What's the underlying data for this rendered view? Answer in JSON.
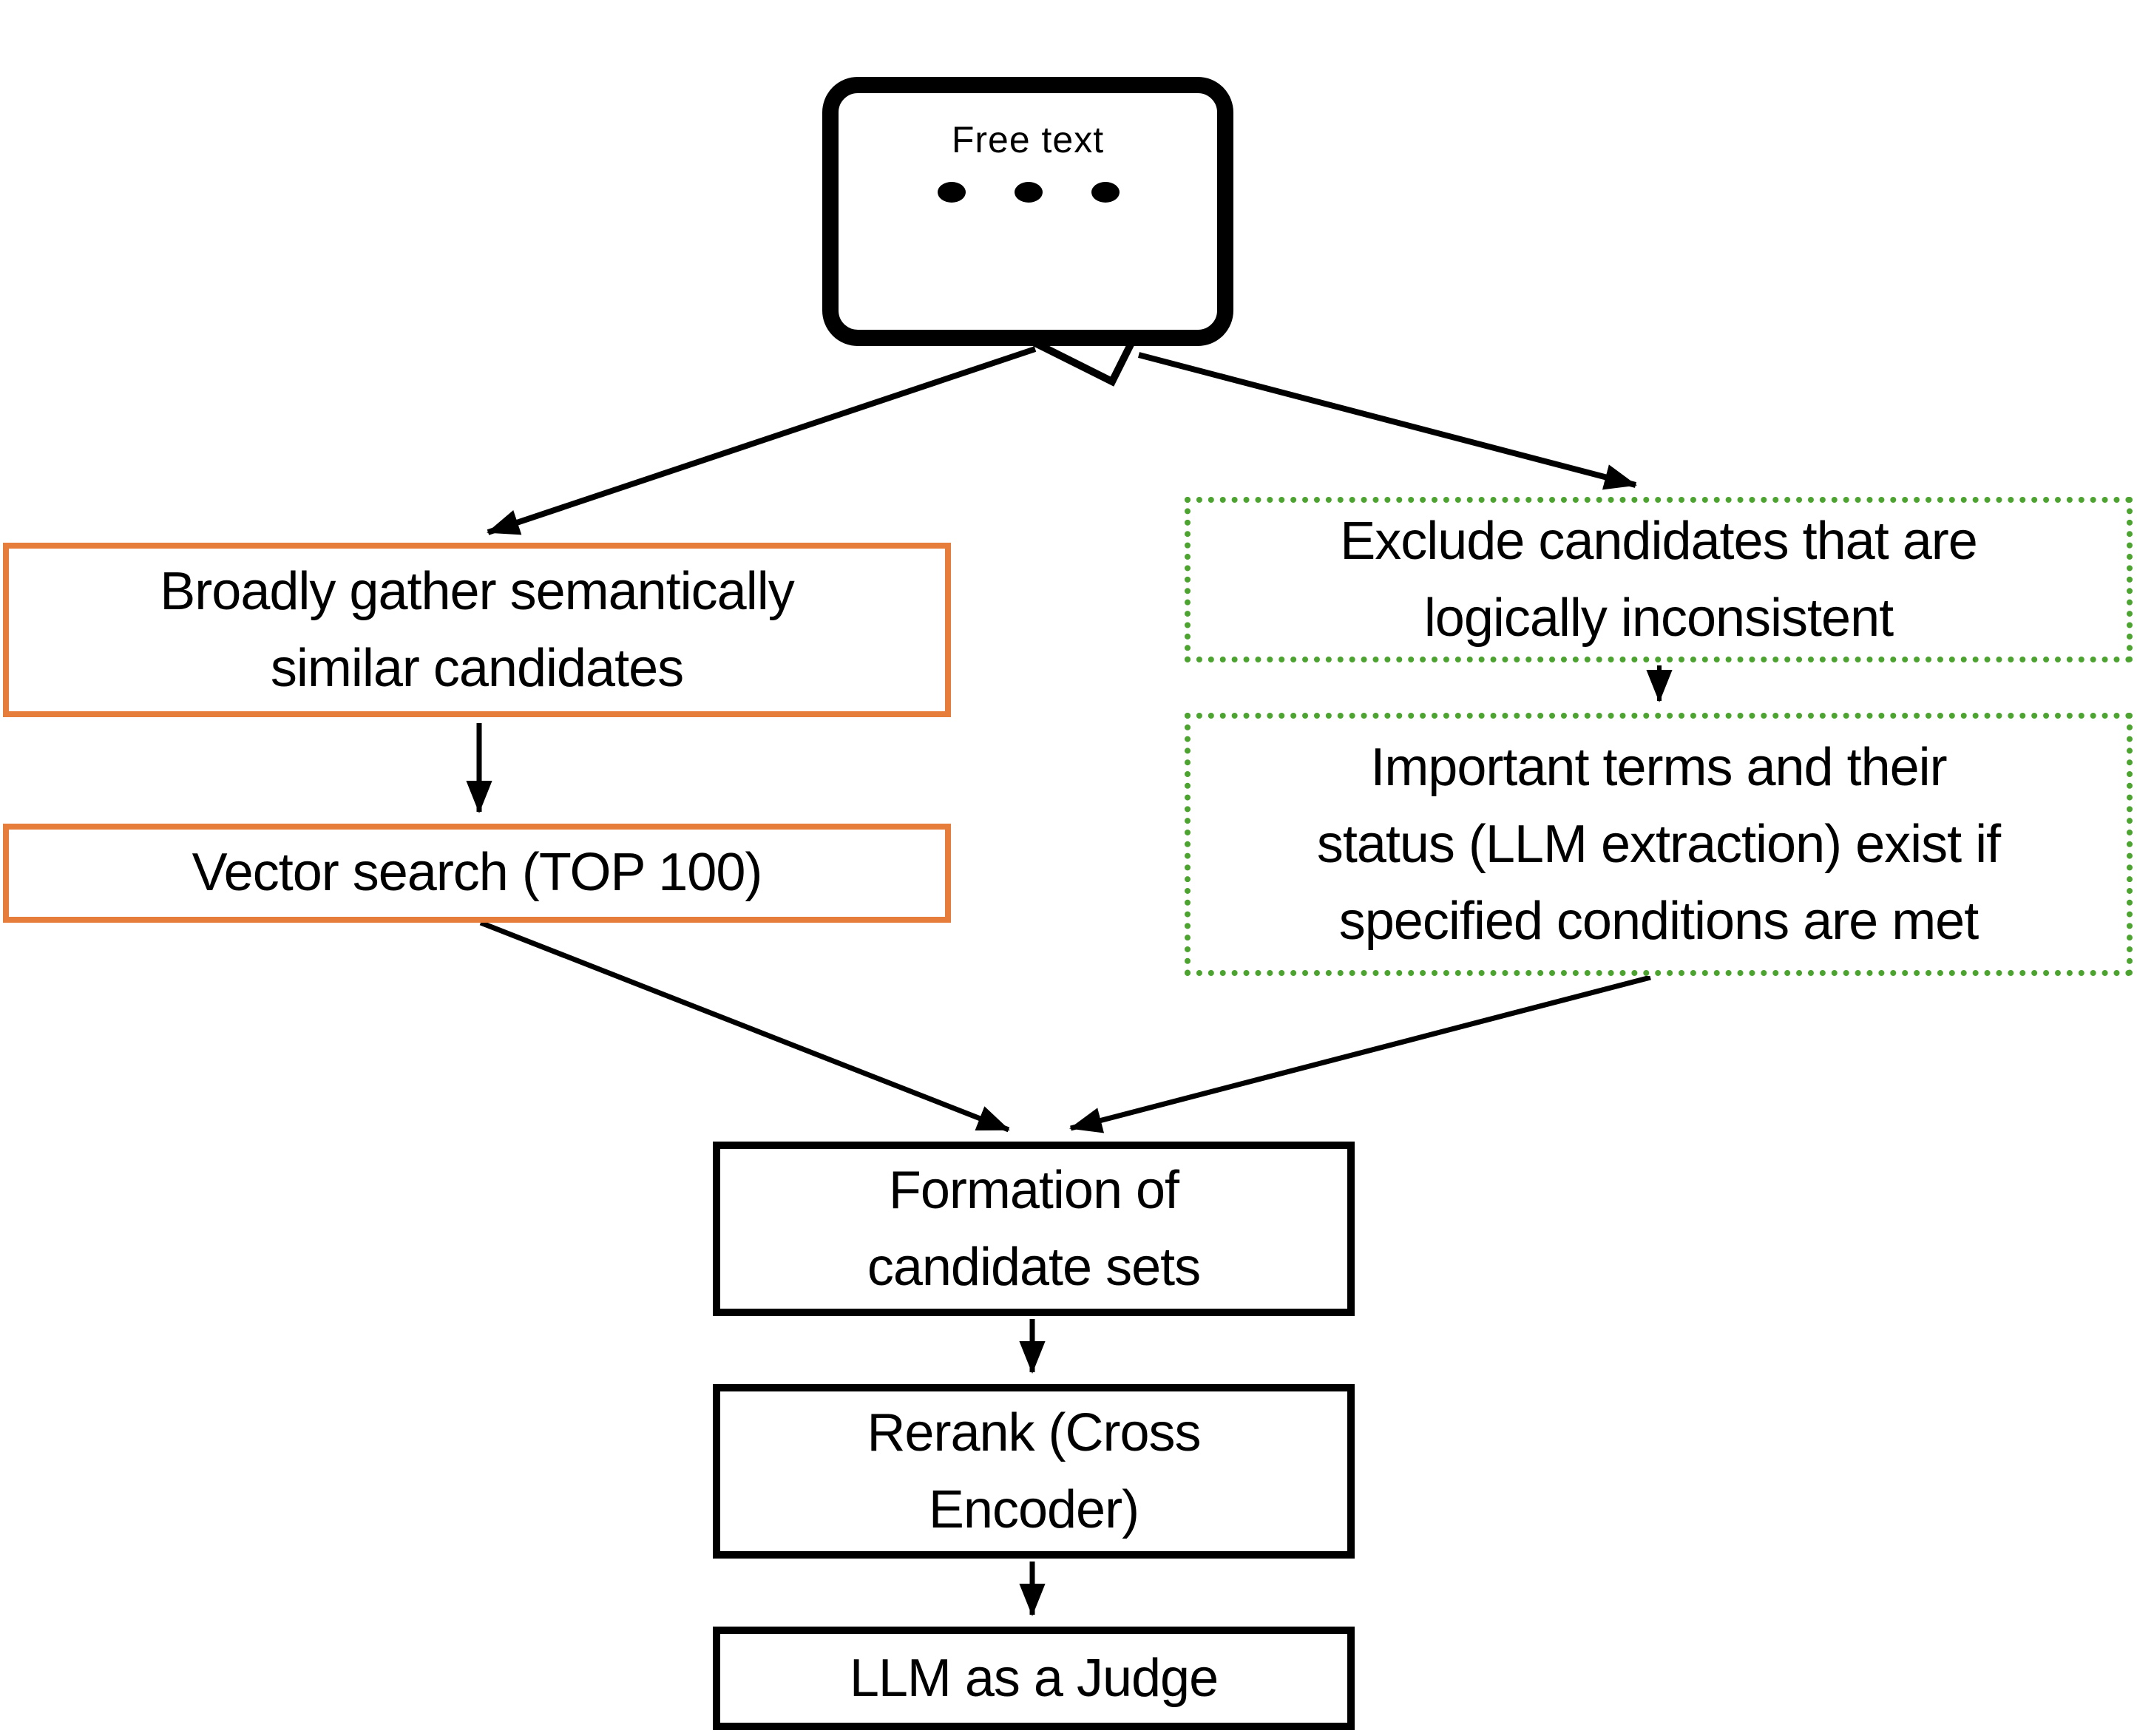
{
  "colors": {
    "orange": "#e67d3a",
    "green": "#4ca32f",
    "ink": "#000000"
  },
  "bubble": {
    "label": "Free text",
    "dot_count": 3
  },
  "nodes": {
    "broad_gather": {
      "label": "Broadly gather semantically similar candidates",
      "lines": [
        "Broadly gather semantically",
        "similar candidates"
      ]
    },
    "vector_search": {
      "label": "Vector search (TOP 100)",
      "lines": [
        "Vector search (TOP 100)"
      ]
    },
    "exclude": {
      "label": "Exclude candidates that are logically inconsistent",
      "lines": [
        "Exclude candidates that are",
        "logically inconsistent"
      ]
    },
    "important_terms": {
      "label": "Important terms and their status (LLM extraction) exist if specified conditions are met",
      "lines": [
        "Important terms and their",
        "status (LLM extraction) exist if",
        "specified conditions are met"
      ]
    },
    "formation": {
      "label": "Formation of candidate sets",
      "lines": [
        "Formation of",
        "candidate sets"
      ]
    },
    "rerank": {
      "label": "Rerank (Cross Encoder)",
      "lines": [
        "Rerank (Cross",
        "Encoder)"
      ]
    },
    "llm_judge": {
      "label": "LLM as a Judge",
      "lines": [
        "LLM as a Judge"
      ]
    }
  }
}
